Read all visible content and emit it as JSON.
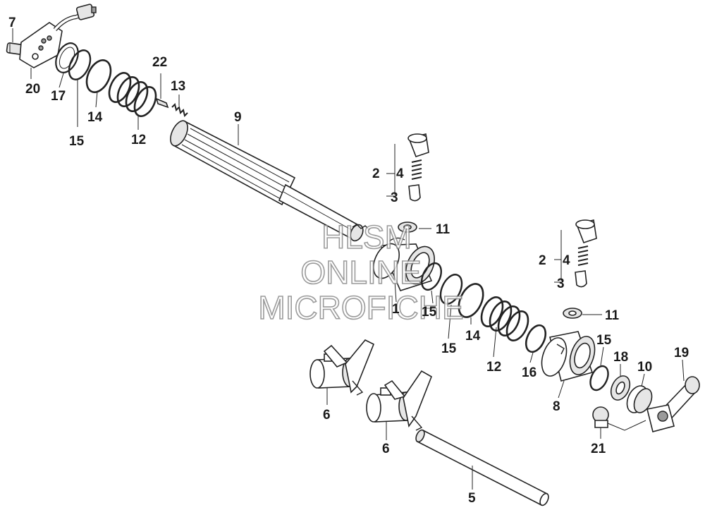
{
  "callouts": [
    {
      "id": "7",
      "text": "7"
    },
    {
      "id": "20",
      "text": "20"
    },
    {
      "id": "17",
      "text": "17"
    },
    {
      "id": "15a",
      "text": "15"
    },
    {
      "id": "14a",
      "text": "14"
    },
    {
      "id": "12a",
      "text": "12"
    },
    {
      "id": "22",
      "text": "22"
    },
    {
      "id": "13",
      "text": "13"
    },
    {
      "id": "9",
      "text": "9"
    },
    {
      "id": "2a",
      "text": "2"
    },
    {
      "id": "4a",
      "text": "4"
    },
    {
      "id": "3a",
      "text": "3"
    },
    {
      "id": "11a",
      "text": "11"
    },
    {
      "id": "2b",
      "text": "2"
    },
    {
      "id": "4b",
      "text": "4"
    },
    {
      "id": "3b",
      "text": "3"
    },
    {
      "id": "11b",
      "text": "11"
    },
    {
      "id": "1",
      "text": "1"
    },
    {
      "id": "15b",
      "text": "15"
    },
    {
      "id": "15c",
      "text": "15"
    },
    {
      "id": "14b",
      "text": "14"
    },
    {
      "id": "12b",
      "text": "12"
    },
    {
      "id": "16",
      "text": "16"
    },
    {
      "id": "15d",
      "text": "15"
    },
    {
      "id": "18",
      "text": "18"
    },
    {
      "id": "10",
      "text": "10"
    },
    {
      "id": "19",
      "text": "19"
    },
    {
      "id": "8",
      "text": "8"
    },
    {
      "id": "6a",
      "text": "6"
    },
    {
      "id": "6b",
      "text": "6"
    },
    {
      "id": "21",
      "text": "21"
    },
    {
      "id": "5",
      "text": "5"
    }
  ],
  "watermark": {
    "line1": "HLSM",
    "line2": "ONLINE",
    "line3": "MICROFICHE"
  }
}
